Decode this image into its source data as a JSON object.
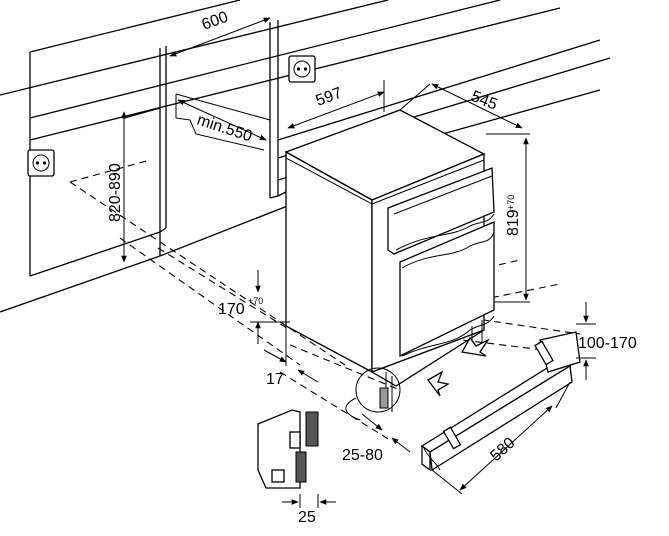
{
  "dimensions": {
    "d600": "600",
    "min550": "min.550",
    "d597": "597",
    "d545": "545",
    "d819": "819",
    "d819_sup": "+70",
    "d820_890": "820-890",
    "d170": "170",
    "d170_sup": "+70",
    "d17": "17",
    "d25_80": "25-80",
    "d580": "580",
    "d100_170": "100-170",
    "d25": "25"
  },
  "icons": [
    "power-socket-icon",
    "power-socket-icon",
    "direction-arrow-icon"
  ],
  "colors": {
    "line": "#000000",
    "background": "#ffffff",
    "panel_gray": "#9a9a9a"
  }
}
